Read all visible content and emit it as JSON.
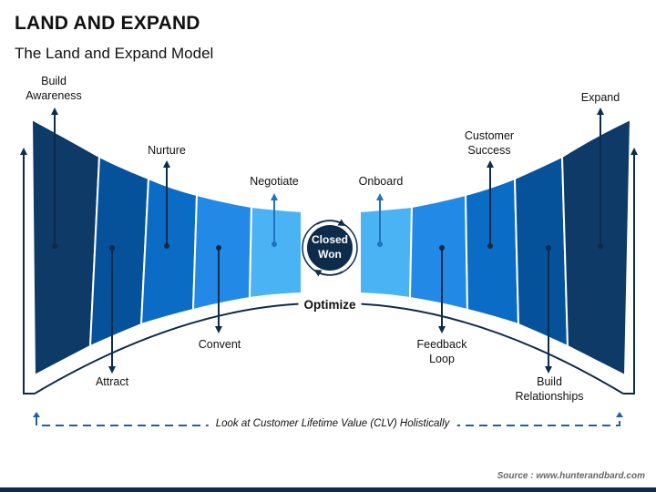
{
  "title": "LAND AND EXPAND",
  "subtitle": "The Land and Expand Model",
  "center": {
    "line1": "Closed",
    "line2": "Won"
  },
  "optimize": "Optimize",
  "clv": "Look at Customer Lifetime Value (CLV) Holistically",
  "source": "Source : www.hunterandbard.com",
  "labels": {
    "build_awareness": {
      "line1": "Build",
      "line2": "Awareness"
    },
    "attract": "Attract",
    "nurture": "Nurture",
    "convent": "Convent",
    "negotiate": "Negotiate",
    "onboard": "Onboard",
    "feedback_loop": {
      "line1": "Feedback",
      "line2": "Loop"
    },
    "customer_success": {
      "line1": "Customer",
      "line2": "Success"
    },
    "build_relationships": {
      "line1": "Build",
      "line2": "Relationships"
    },
    "expand": "Expand"
  },
  "colors": {
    "segment_1": "#0d3a66",
    "segment_2": "#05529a",
    "segment_3": "#0a6cc4",
    "segment_4": "#2389e6",
    "segment_5": "#4ab3f4",
    "center_circle": "#0d2b4a",
    "line": "#0d2b4a"
  }
}
